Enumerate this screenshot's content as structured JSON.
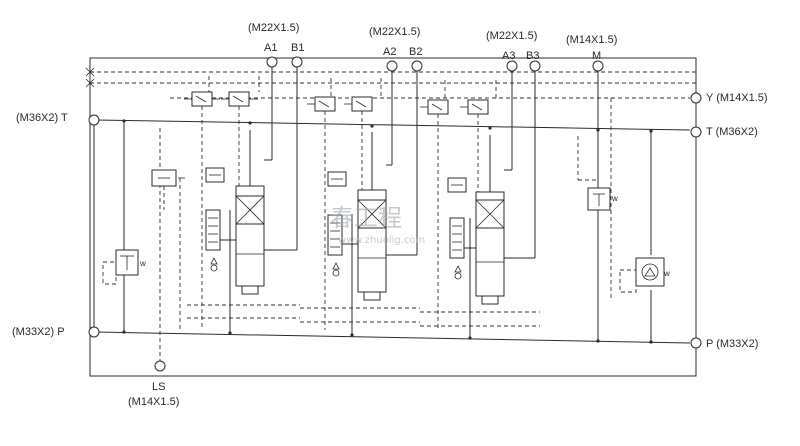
{
  "ports": {
    "a1": "A1",
    "b1": "B1",
    "a2": "A2",
    "b2": "B2",
    "a3": "A3",
    "b3": "B3",
    "m": "M",
    "thread_m22_1": "(M22X1.5)",
    "thread_m22_2": "(M22X1.5)",
    "thread_m22_3": "(M22X1.5)",
    "thread_m14_m": "(M14X1.5)",
    "y": "Y (M14X1.5)",
    "t_right": "T (M36X2)",
    "t_left": "(M36X2) T",
    "p_left": "(M33X2) P",
    "p_right": "P (M33X2)",
    "ls": "LS",
    "ls_thread": "(M14X1.5)"
  },
  "symbols": {
    "w_right": "w",
    "w_left": "w",
    "w_mid": "w"
  },
  "watermark": {
    "mark": "春工程",
    "url": "www.zhuolig.com"
  }
}
